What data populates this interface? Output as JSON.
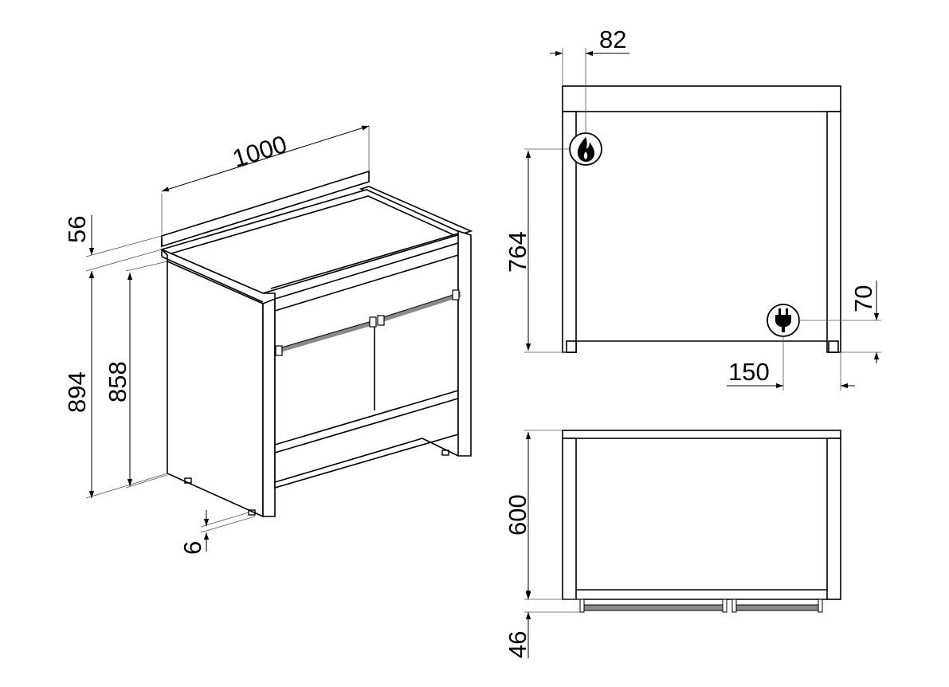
{
  "dimensions": {
    "width": "1000",
    "backguard_height": "56",
    "overall_height": "894",
    "hob_height": "858",
    "foot_height": "6",
    "gas_inlet_offset": "82",
    "gas_inlet_height": "764",
    "socket_height": "70",
    "socket_offset": "150",
    "depth": "600",
    "handle_depth": "46"
  },
  "icons": {
    "gas": "flame-icon",
    "electric": "plug-icon"
  },
  "colors": {
    "line": "#000000",
    "handle": "#8a8a8a",
    "background": "#ffffff"
  }
}
